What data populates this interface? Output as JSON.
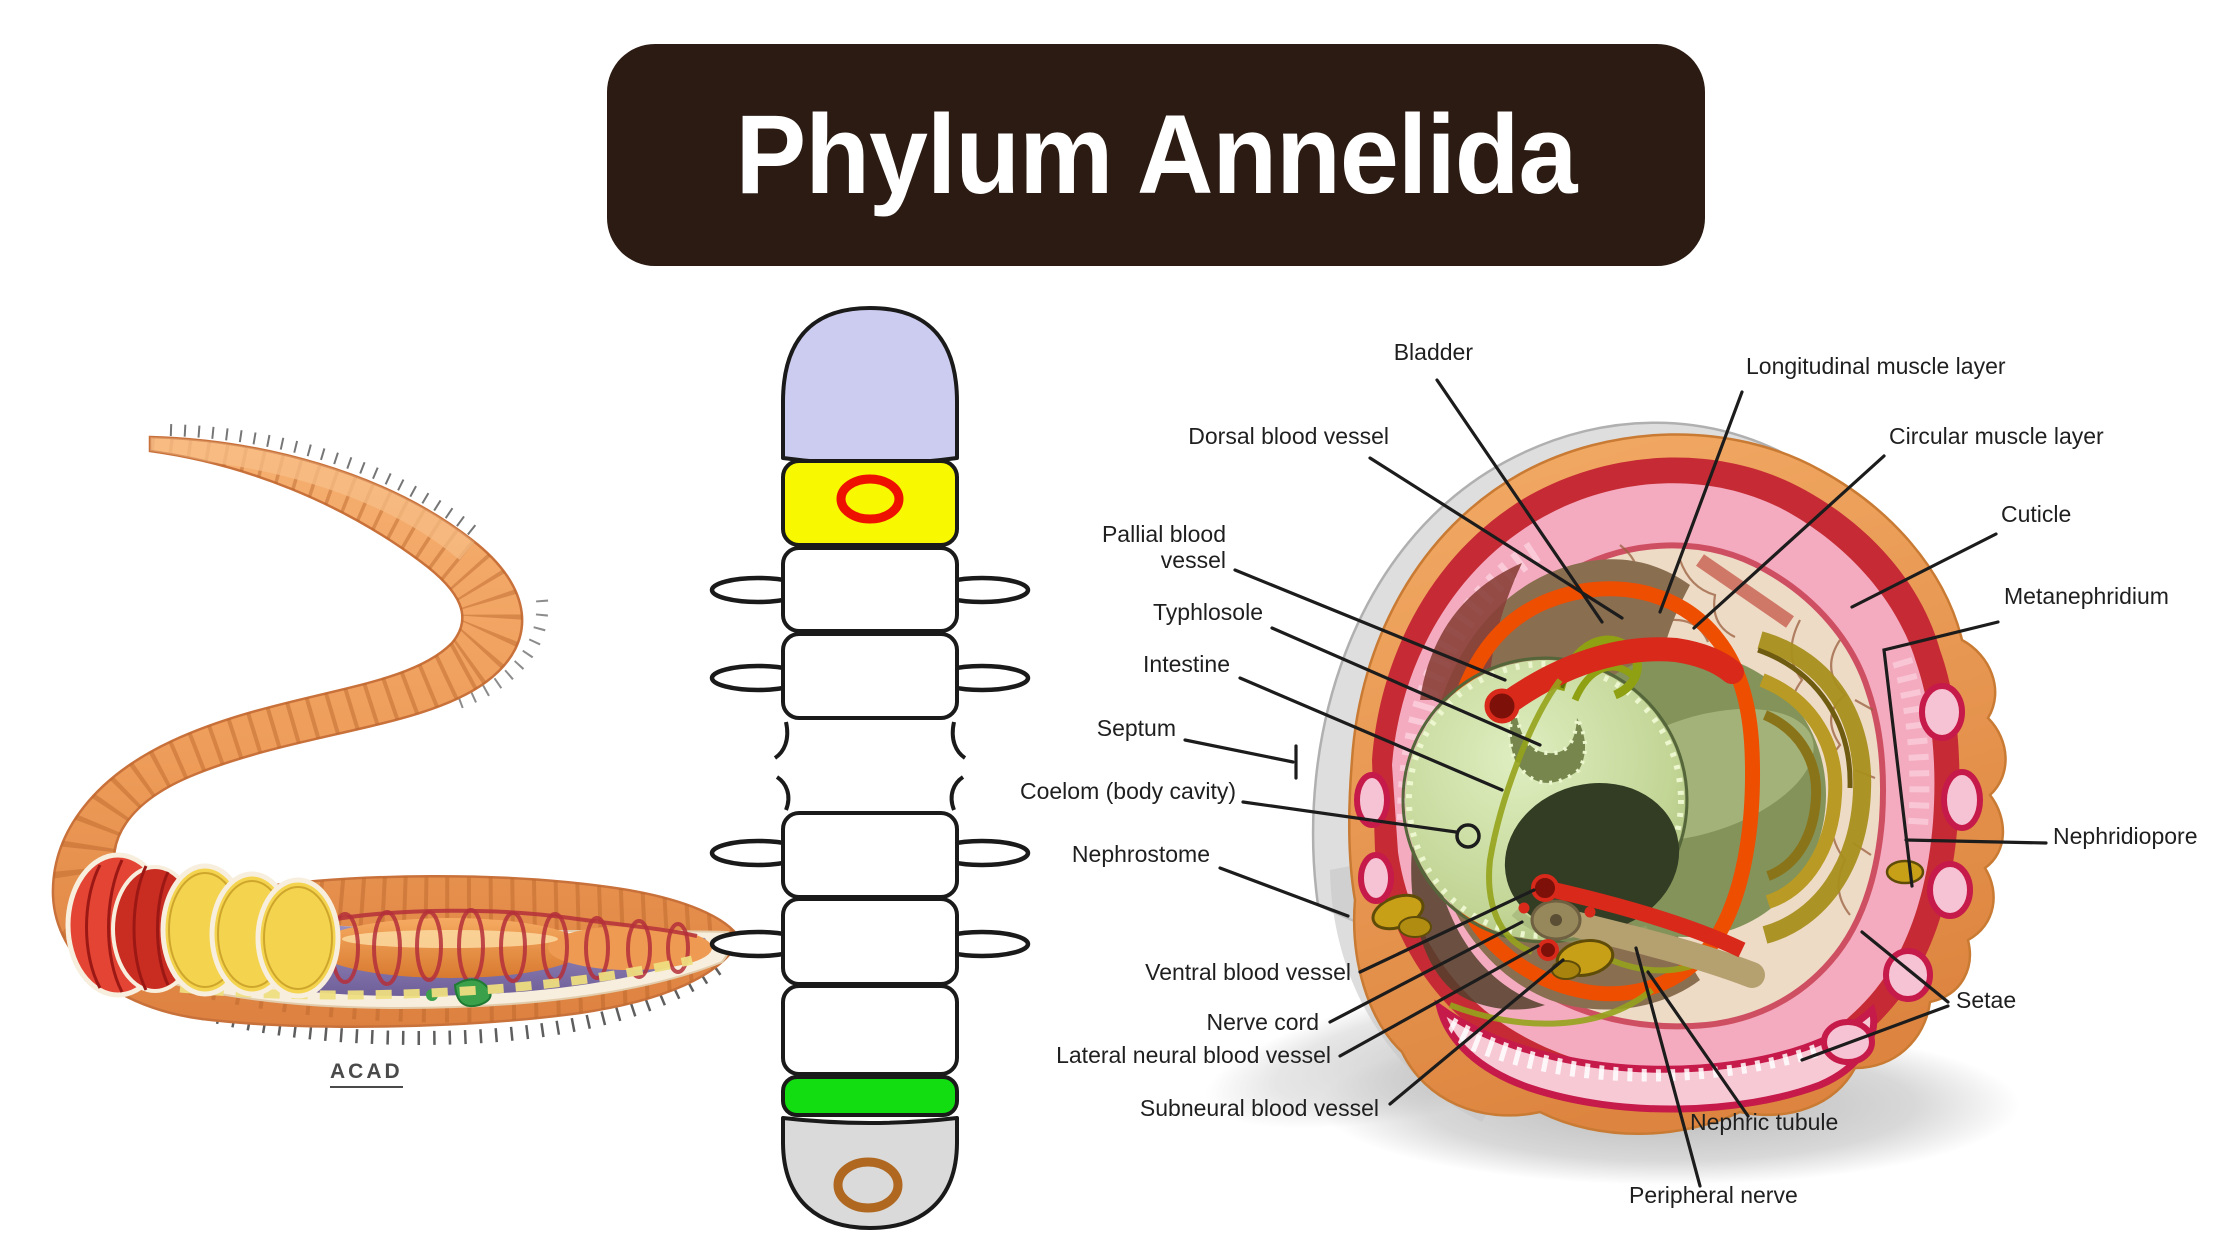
{
  "title_banner": {
    "text": "Phylum Annelida",
    "bg": "#2b1b13",
    "fg": "#ffffff"
  },
  "worm_illustration": {
    "caption": "ACAD"
  },
  "segment_diagram": {
    "colors": {
      "outline": "#1a1a1a",
      "head": "#ccccf0",
      "clitellum": "#f8f800",
      "clitellum_ring": "#ee1100",
      "body": "#ffffff",
      "growth_zone": "#11dd11",
      "tail": "#dadada",
      "tail_ring": "#b06820"
    }
  },
  "cross_section": {
    "label_color": "#1f1f1f",
    "leader_color": "#1c1c1c",
    "labels": [
      {
        "id": "bladder",
        "text": "Bladder"
      },
      {
        "id": "dorsal-blood-vessel",
        "text": "Dorsal blood vessel"
      },
      {
        "id": "pallial-blood-vessel",
        "text": "Pallial blood vessel"
      },
      {
        "id": "typhlosole",
        "text": "Typhlosole"
      },
      {
        "id": "intestine",
        "text": "Intestine"
      },
      {
        "id": "septum",
        "text": "Septum"
      },
      {
        "id": "coelom",
        "text": "Coelom (body cavity)"
      },
      {
        "id": "nephrostome",
        "text": "Nephrostome"
      },
      {
        "id": "ventral-blood-vessel",
        "text": "Ventral blood vessel"
      },
      {
        "id": "nerve-cord",
        "text": "Nerve cord"
      },
      {
        "id": "lateral-neural-blood-vessel",
        "text": "Lateral neural blood vessel"
      },
      {
        "id": "subneural-blood-vessel",
        "text": "Subneural blood vessel"
      },
      {
        "id": "longitudinal-muscle-layer",
        "text": "Longitudinal muscle layer"
      },
      {
        "id": "circular-muscle-layer",
        "text": "Circular muscle layer"
      },
      {
        "id": "cuticle",
        "text": "Cuticle"
      },
      {
        "id": "metanephridium",
        "text": "Metanephridium"
      },
      {
        "id": "nephridiopore",
        "text": "Nephridiopore"
      },
      {
        "id": "setae",
        "text": "Setae"
      },
      {
        "id": "nephric-tubule",
        "text": "Nephric tubule"
      },
      {
        "id": "peripheral-nerve",
        "text": "Peripheral nerve"
      }
    ]
  }
}
